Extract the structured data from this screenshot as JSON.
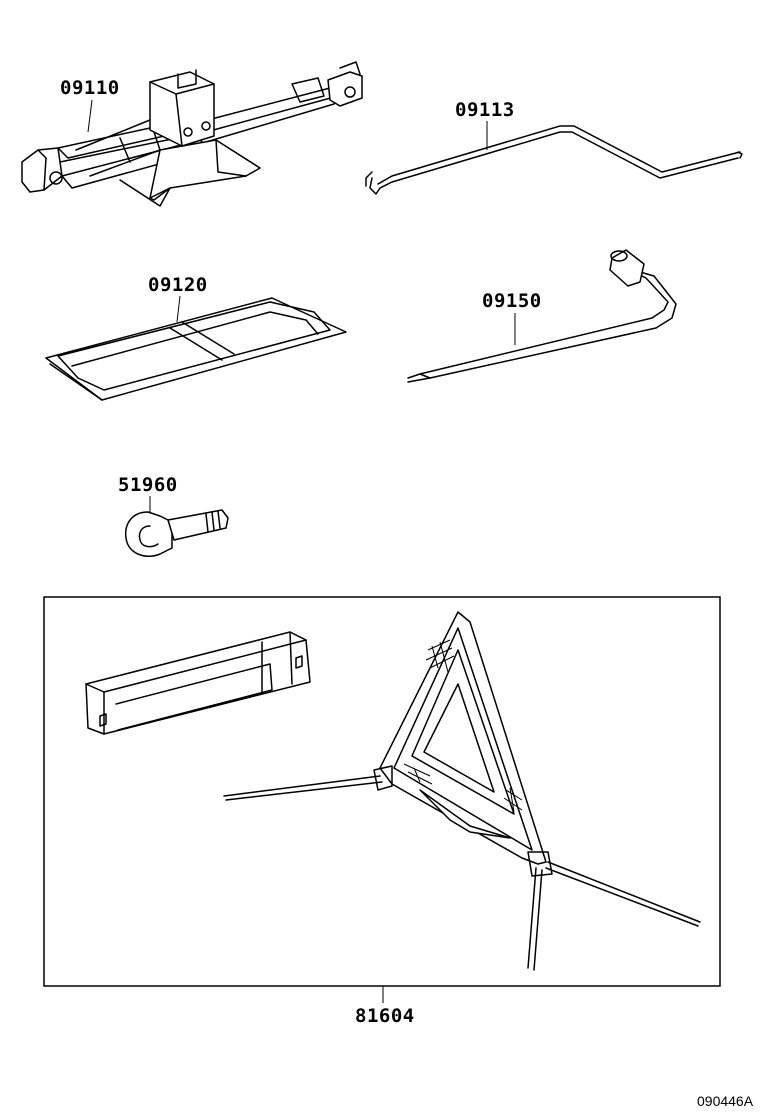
{
  "parts": [
    {
      "number": "09110"
    },
    {
      "number": "09113"
    },
    {
      "number": "09120"
    },
    {
      "number": "09150"
    },
    {
      "number": "51960"
    },
    {
      "number": "81604"
    }
  ],
  "figure_code": "090446A"
}
